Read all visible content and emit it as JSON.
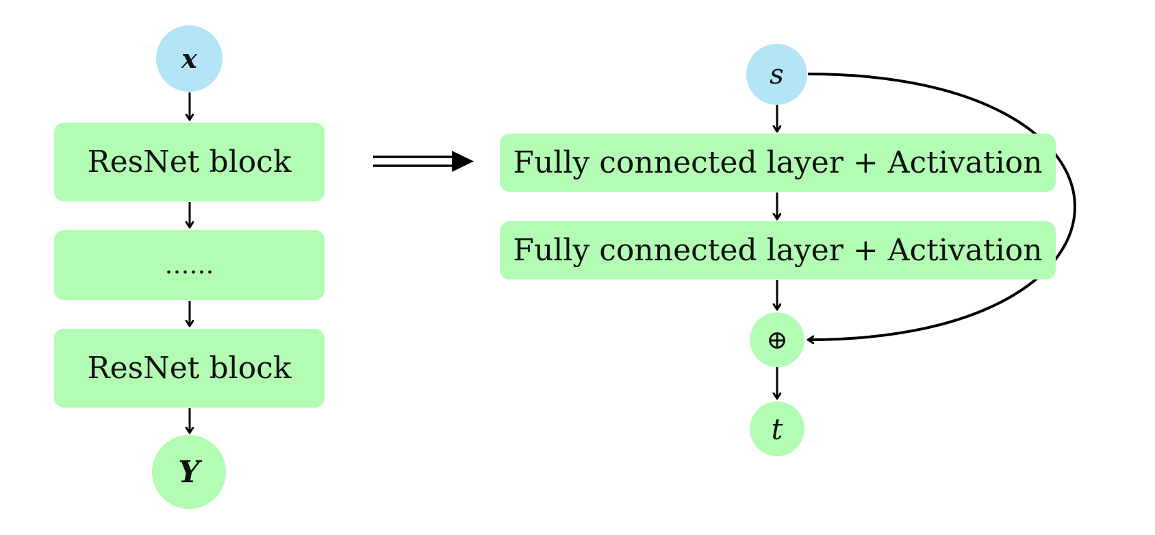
{
  "left": {
    "input_node": "x",
    "blocks": [
      "ResNet block",
      "……",
      "ResNet block"
    ],
    "output_node": "Y"
  },
  "right": {
    "input_node": "s",
    "layers": [
      "Fully connected layer + Activation",
      "Fully connected layer + Activation"
    ],
    "sum_node": "⊕",
    "output_node": "t"
  },
  "colors": {
    "input_node": "#b3e5f7",
    "block": "#b3fcb3",
    "arrow": "#000000"
  }
}
